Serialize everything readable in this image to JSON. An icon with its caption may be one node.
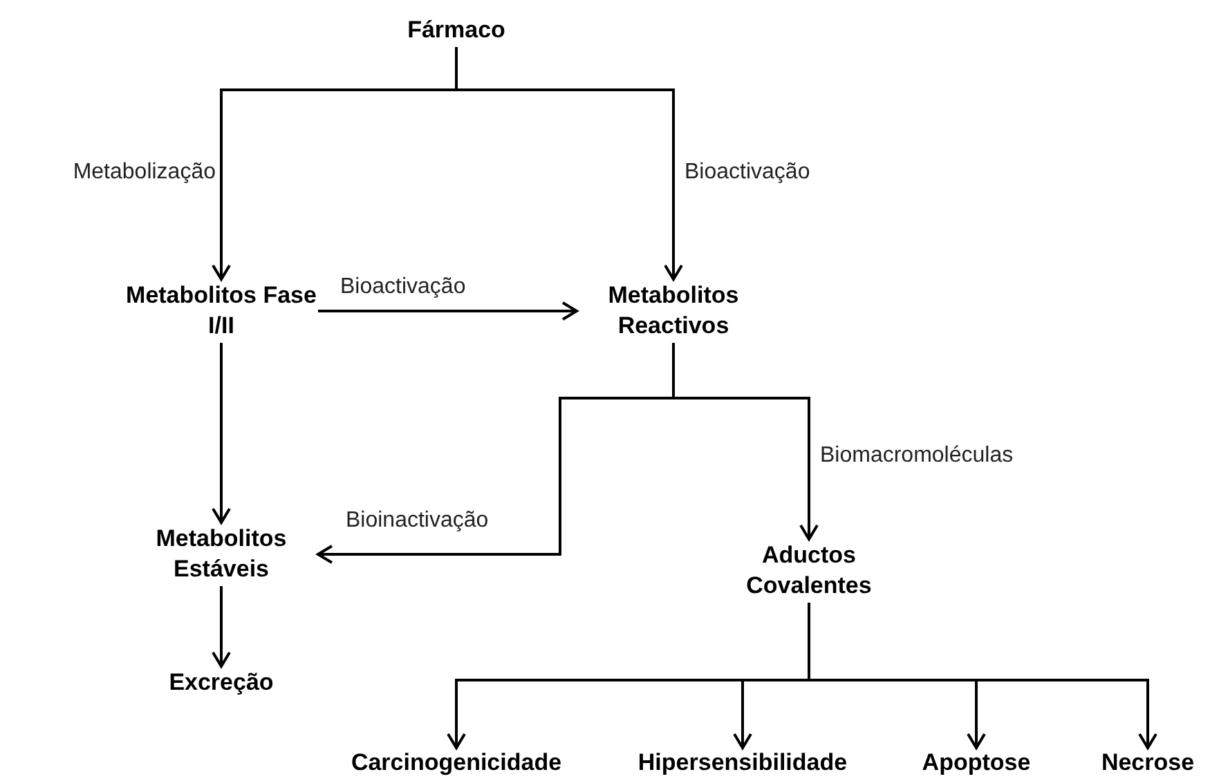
{
  "diagram": {
    "nodes": [
      {
        "text": [
          "Fármaco"
        ]
      },
      {
        "text": [
          "Metabolitos Fase I/II"
        ]
      },
      {
        "text": [
          "Metabolitos Reactivos"
        ]
      },
      {
        "text": [
          "Metabolitos Estáveis"
        ]
      },
      {
        "text": [
          "Excreção"
        ]
      },
      {
        "text": [
          "Aductos Covalentes"
        ]
      },
      {
        "text": [
          "Carcinogenicidade"
        ]
      },
      {
        "text": [
          "Hipersensibilidade"
        ]
      },
      {
        "text": [
          "Apoptose"
        ]
      },
      {
        "text": [
          "Necrose"
        ]
      }
    ],
    "edges": [
      {
        "from": 0,
        "to": 1,
        "arrow": "to",
        "label": "Metabolização"
      },
      {
        "from": 0,
        "to": 2,
        "arrow": "to",
        "label": "Bioactivação"
      },
      {
        "from": 1,
        "to": 2,
        "arrow": "to",
        "label": "Bioactivação"
      },
      {
        "from": 1,
        "to": 3,
        "arrow": "to"
      },
      {
        "from": 2,
        "to": 3,
        "arrow": "to",
        "label": "Bioinactivação"
      },
      {
        "from": 2,
        "to": 5,
        "arrow": "to",
        "label": "Biomacromoléculas"
      },
      {
        "from": 3,
        "to": 4,
        "arrow": "to"
      },
      {
        "from": 5,
        "to": 6,
        "arrow": "to"
      },
      {
        "from": 5,
        "to": 7,
        "arrow": "to"
      },
      {
        "from": 5,
        "to": 8,
        "arrow": "to"
      },
      {
        "from": 5,
        "to": 9,
        "arrow": "to"
      }
    ]
  }
}
